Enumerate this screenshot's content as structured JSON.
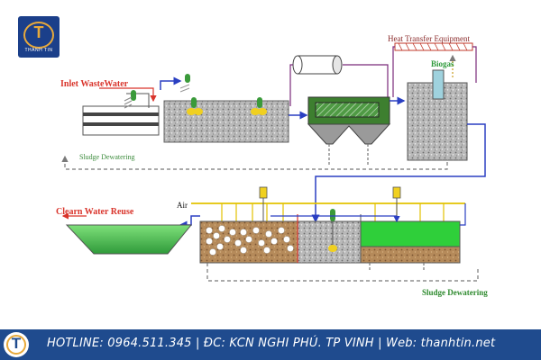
{
  "labels": {
    "inlet": "Inlet WasteWater",
    "heat_transfer": "Heat Transfer Equipment",
    "biogas": "Biogas",
    "sludge_top": "Sludge Dewatering",
    "air": "Air",
    "clean_water": "Clearn Water Reuse",
    "sludge_bottom": "Sludge Dewatering"
  },
  "logo": {
    "caption": "THANH TIN"
  },
  "footer": {
    "hotline": "HOTLINE: 0964.511.345",
    "address": "ĐC: KCN NGHI PHÚ. TP VINH",
    "web": "Web: thanhtin.net"
  },
  "colors": {
    "brand_blue": "#1f4b8e",
    "accent_gold": "#e7a93b",
    "flow_blue": "#2a3fc2",
    "sludge_green": "#3a9a3a",
    "label_red": "#d9342b"
  }
}
